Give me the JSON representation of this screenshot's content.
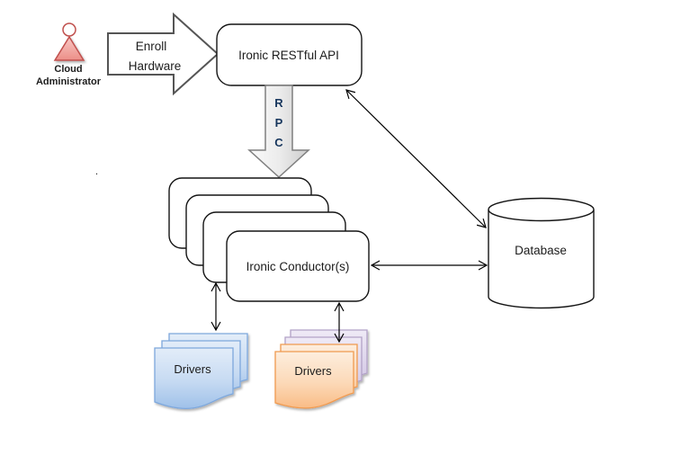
{
  "actor": {
    "icon": "person-figure-icon",
    "label_line1": "Cloud",
    "label_line2": "Administrator"
  },
  "enroll_arrow": {
    "label_line1": "Enroll",
    "label_line2": "Hardware"
  },
  "api": {
    "label": "Ironic RESTful API"
  },
  "rpc": {
    "letters": [
      "R",
      "P",
      "C"
    ]
  },
  "conductors": {
    "label": "Ironic Conductor(s)",
    "stacked_copies": 4
  },
  "database": {
    "label": "Database"
  },
  "drivers_left": {
    "label": "Drivers",
    "stacked_copies": 3
  },
  "drivers_right": {
    "label": "Drivers",
    "stacked_copies": 4,
    "back_color_name": "purple",
    "front_color_name": "orange"
  },
  "stray_mark": ".",
  "colors": {
    "actor_fill_light": "#f8c7c4",
    "actor_fill_dark": "#ec8f88",
    "actor_stroke": "#c0504d",
    "enroll_arrow_stroke": "#555555",
    "rpc_fill_light": "#fafafa",
    "rpc_fill_dark": "#cccccc",
    "rpc_stroke": "#7f7f7f",
    "rpc_text": "#17365d",
    "node_stroke": "#141414",
    "blue_doc_fill_light": "#e3edf9",
    "blue_doc_fill_dark": "#9fc1e9",
    "blue_doc_stroke": "#7da7dc",
    "orange_doc_fill_light": "#fdeede",
    "orange_doc_fill_dark": "#f9bc86",
    "orange_doc_stroke": "#f09a50",
    "purple_doc_fill_light": "#efeaf6",
    "purple_doc_fill_dark": "#cfc3e3",
    "purple_doc_stroke": "#b2a2c7"
  }
}
